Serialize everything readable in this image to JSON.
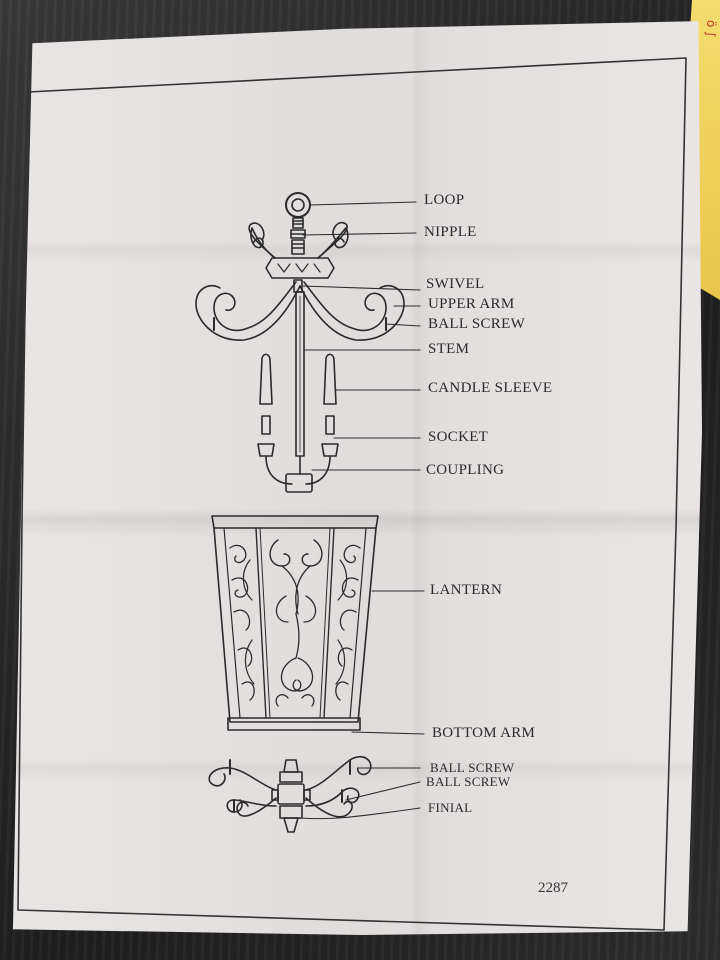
{
  "sticky_note": {
    "text": "ö ∫"
  },
  "labels": {
    "loop": "LOOP",
    "nipple": "NIPPLE",
    "swivel": "SWIVEL",
    "upper_arm": "UPPER ARM",
    "ball_screw_1": "BALL SCREW",
    "stem": "STEM",
    "candle_sleeve": "CANDLE SLEEVE",
    "socket": "SOCKET",
    "coupling": "COUPLING",
    "lantern": "LANTERN",
    "bottom_arm": "BOTTOM ARM",
    "ball_screw_2": "BALL SCREW",
    "ball_screw_3": "BALL SCREW",
    "finial": "FINIAL"
  },
  "page_number": "2287"
}
